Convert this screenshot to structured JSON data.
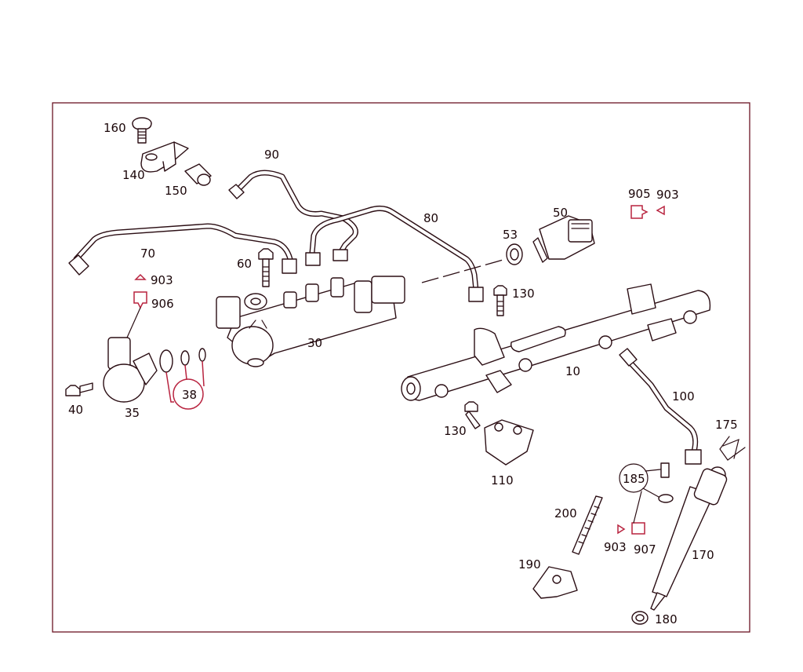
{
  "colors": {
    "frame": "#6b1424",
    "ink": "#2b0e14",
    "accent": "#b8233f"
  },
  "labels": {
    "p160": "160",
    "p140": "140",
    "p150": "150",
    "p90": "90",
    "p80": "80",
    "p50": "50",
    "p53": "53",
    "p905": "905",
    "p903a": "903",
    "p70": "70",
    "p60": "60",
    "p903b": "903",
    "p906": "906",
    "p130a": "130",
    "p30": "30",
    "p10": "10",
    "p38": "38",
    "p40": "40",
    "p35": "35",
    "p100": "100",
    "p130b": "130",
    "p175": "175",
    "p110": "110",
    "p185": "185",
    "p200": "200",
    "p903c": "903",
    "p907": "907",
    "p170": "170",
    "p190": "190",
    "p180": "180"
  }
}
